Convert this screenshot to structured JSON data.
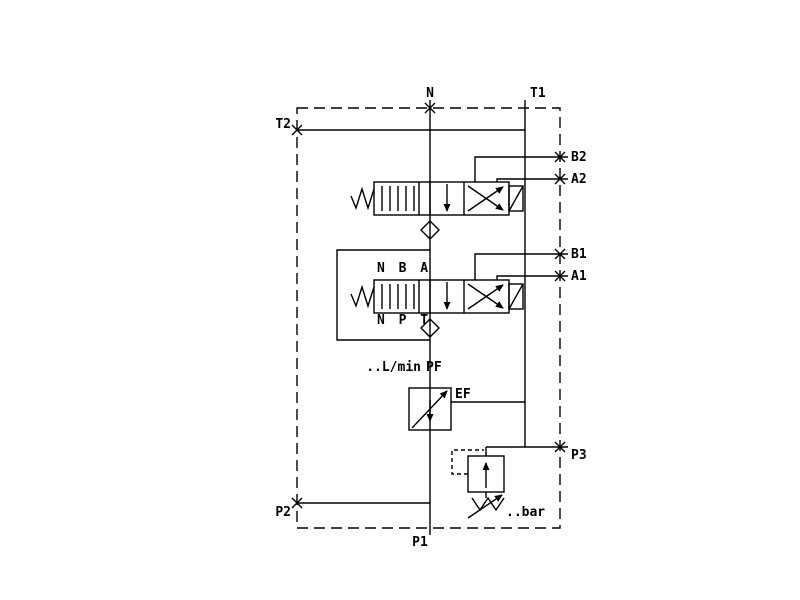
{
  "diagram": {
    "colors": {
      "background": "#ffffff",
      "line": "#000000",
      "text": "#000000"
    },
    "ports": {
      "n": "N",
      "t1": "T1",
      "t2": "T2",
      "b2": "B2",
      "a2": "A2",
      "b1": "B1",
      "a1": "A1",
      "p3": "P3",
      "p2": "P2",
      "p1": "P1"
    },
    "valve2_port_rows": {
      "top": "N B A",
      "bottom": "N P T"
    },
    "flow_control": {
      "rate_label": "..L/min",
      "inlet_port": "PF",
      "excess_flow_port": "EF"
    },
    "relief_valve": {
      "setting_label": "..bar"
    }
  }
}
